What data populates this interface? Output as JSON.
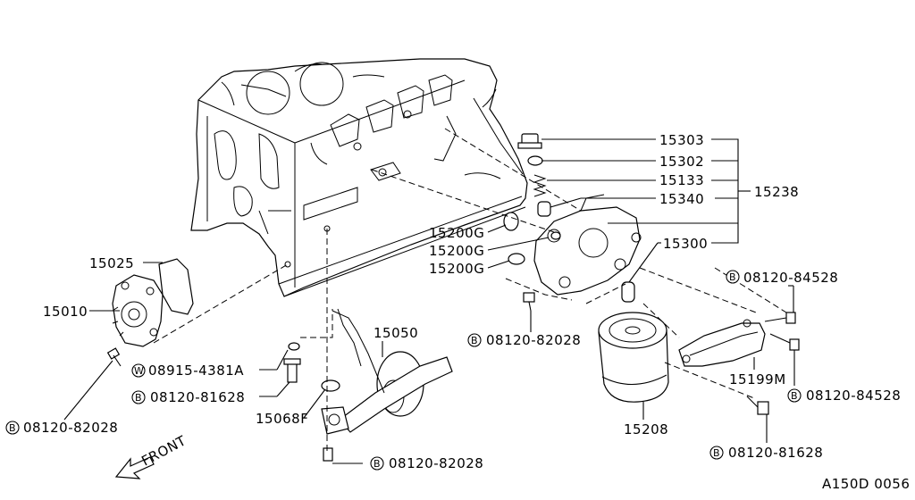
{
  "labels": {
    "p15303": "15303",
    "p15302": "15302",
    "p15133": "15133",
    "p15340": "15340",
    "p15238": "15238",
    "p15300": "15300",
    "p15200g_1": "15200G",
    "p15200g_2": "15200G",
    "p15200g_3": "15200G",
    "p15025": "15025",
    "p15010": "15010",
    "p15050": "15050",
    "p15068f": "15068F",
    "p15199m": "15199M",
    "p15208": "15208",
    "w_08915": "08915-4381A",
    "b_81628_left": "08120-81628",
    "b_82028_left": "08120-82028",
    "b_82028_mid": "08120-82028",
    "b_82028_bottom": "08120-82028",
    "b_84528_top": "08120-84528",
    "b_84528_bottom": "08120-84528",
    "b_81628_right": "08120-81628",
    "front": "FRONT",
    "code": "A150D 0056"
  },
  "prefixes": {
    "bolt": "B",
    "washer": "W"
  }
}
